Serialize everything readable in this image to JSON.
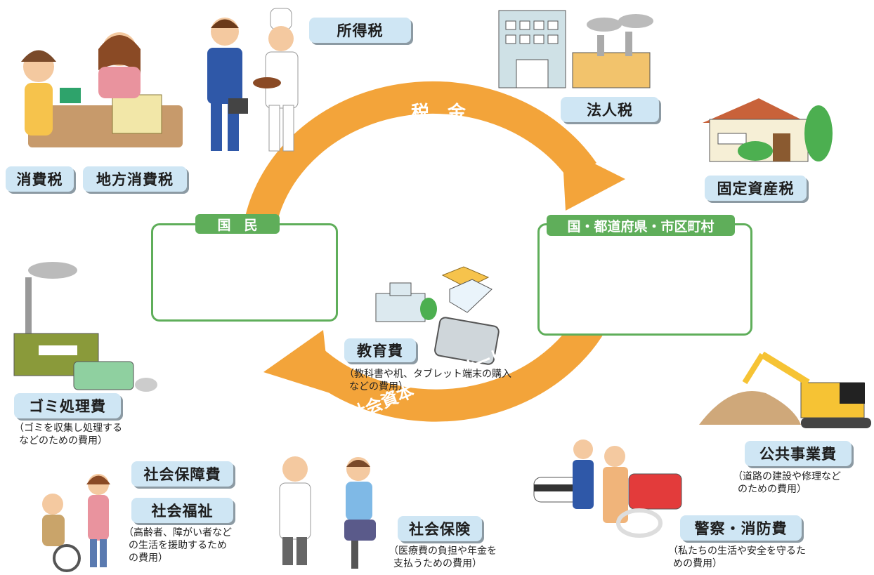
{
  "flow": {
    "top_arrow_label": "税　金",
    "bottom_arrow_label": "社会資本・公共サービス"
  },
  "nodes": {
    "citizens": "国　民",
    "government": "国・都道府県・市区町村"
  },
  "taxes": {
    "consumption": "消費税",
    "local_consumption": "地方消費税",
    "income": "所得税",
    "corporate": "法人税",
    "property": "固定資産税"
  },
  "services": {
    "education": {
      "label": "教育費",
      "note1": "（教科書や机、タブレット端末の購入",
      "note2": "などの費用）"
    },
    "garbage": {
      "label": "ゴミ処理費",
      "note1": "（ゴミを収集し処理する",
      "note2": "などのための費用）"
    },
    "public_works": {
      "label": "公共事業費",
      "note1": "（道路の建設や修理など",
      "note2": "のための費用）"
    },
    "social_security": {
      "label": "社会保障費"
    },
    "social_welfare": {
      "label": "社会福祉",
      "note1": "（高齢者、障がい者など",
      "note2": "の生活を援助するため",
      "note3": "の費用）"
    },
    "social_insurance": {
      "label": "社会保険",
      "note1": "（医療費の負担や年金を",
      "note2": "支払うための費用）"
    },
    "police_fire": {
      "label": "警察・消防費",
      "note1": "（私たちの生活や安全を守るた",
      "note2": "めの費用）"
    }
  },
  "colors": {
    "arrow": "#f3a43a",
    "panel_border": "#5fae5a",
    "tag_bg": "#cfe6f4"
  }
}
